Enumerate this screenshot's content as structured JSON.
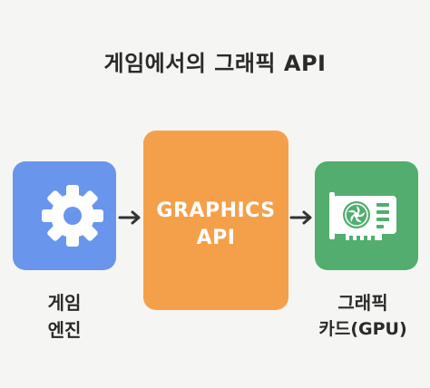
{
  "title": "게임에서의 그래픽 API",
  "nodes": {
    "engine": {
      "icon": "gear-icon",
      "label_line1": "게임",
      "label_line2": "엔진",
      "color": "#6a95ec"
    },
    "api": {
      "label_line1": "GRAPHICS",
      "label_line2": "API",
      "color": "#f4a04a"
    },
    "gpu": {
      "icon": "graphics-card-icon",
      "label_line1": "그래픽",
      "label_line2": "카드(GPU)",
      "color": "#52ad6f"
    }
  },
  "connections": [
    {
      "from": "engine",
      "to": "api",
      "style": "arrow"
    },
    {
      "from": "api",
      "to": "gpu",
      "style": "arrow"
    }
  ]
}
